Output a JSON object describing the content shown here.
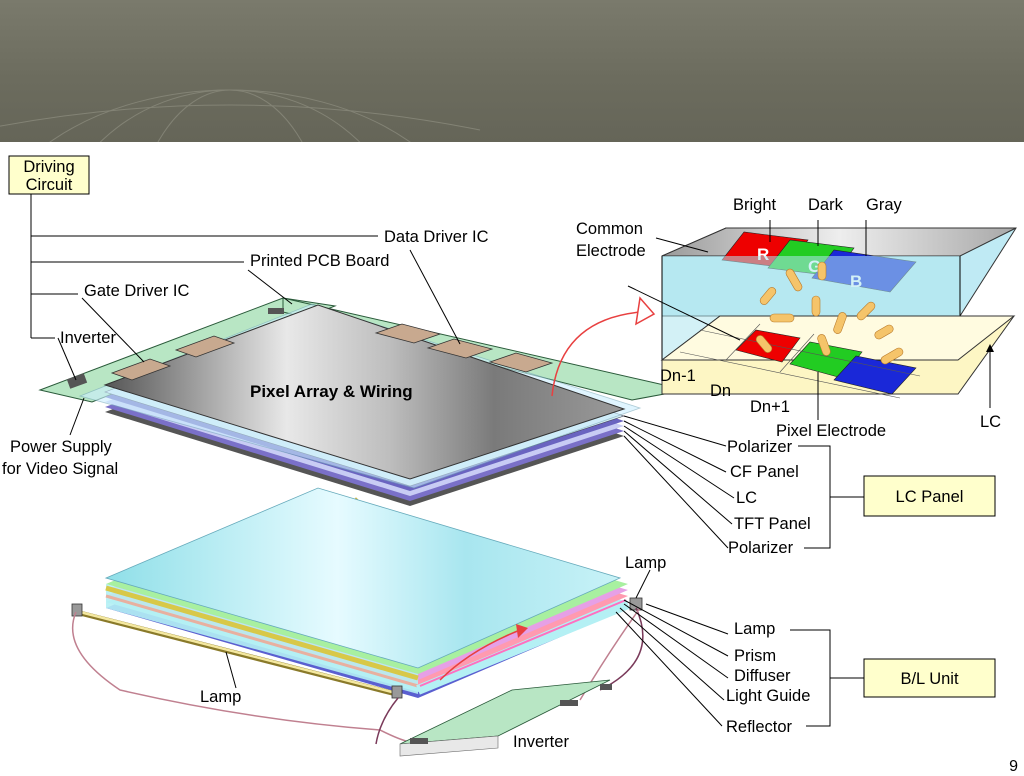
{
  "labels": {
    "driving_circuit_1": "Driving",
    "driving_circuit_2": "Circuit",
    "data_driver_ic": "Data Driver IC",
    "printed_pcb_board": "Printed PCB Board",
    "gate_driver_ic": "Gate Driver IC",
    "inverter_top": "Inverter",
    "power_supply_1": "Power Supply",
    "power_supply_2": "for Video Signal",
    "pixel_array": "Pixel Array & Wiring",
    "common_electrode_1": "Common",
    "common_electrode_2": "Electrode",
    "bright": "Bright",
    "dark": "Dark",
    "gray": "Gray",
    "r": "R",
    "g": "G",
    "b": "B",
    "dn_minus_1": "Dn-1",
    "dn": "Dn",
    "dn_plus_1": "Dn+1",
    "pixel_electrode": "Pixel Electrode",
    "lc_cell": "LC",
    "polarizer_top": "Polarizer",
    "cf_panel": "CF Panel",
    "lc_layer": "LC",
    "tft_panel": "TFT Panel",
    "polarizer_bottom": "Polarizer",
    "lc_panel": "LC Panel",
    "lamp_right": "Lamp",
    "lamp_layer": "Lamp",
    "prism": "Prism",
    "diffuser": "Diffuser",
    "light_guide": "Light Guide",
    "reflector": "Reflector",
    "bl_unit": "B/L Unit",
    "lamp_left": "Lamp",
    "inverter_bottom": "Inverter",
    "page_number": "9"
  },
  "colors": {
    "header": "#6c6c5e",
    "label_box": "#ffffcc",
    "pcb": "#b8e6c4",
    "red": "#ee0000",
    "green": "#22cc22",
    "blue": "#1a28d8",
    "cyan": "#aeeaf0",
    "lc_molecule": "#f5c46a"
  }
}
